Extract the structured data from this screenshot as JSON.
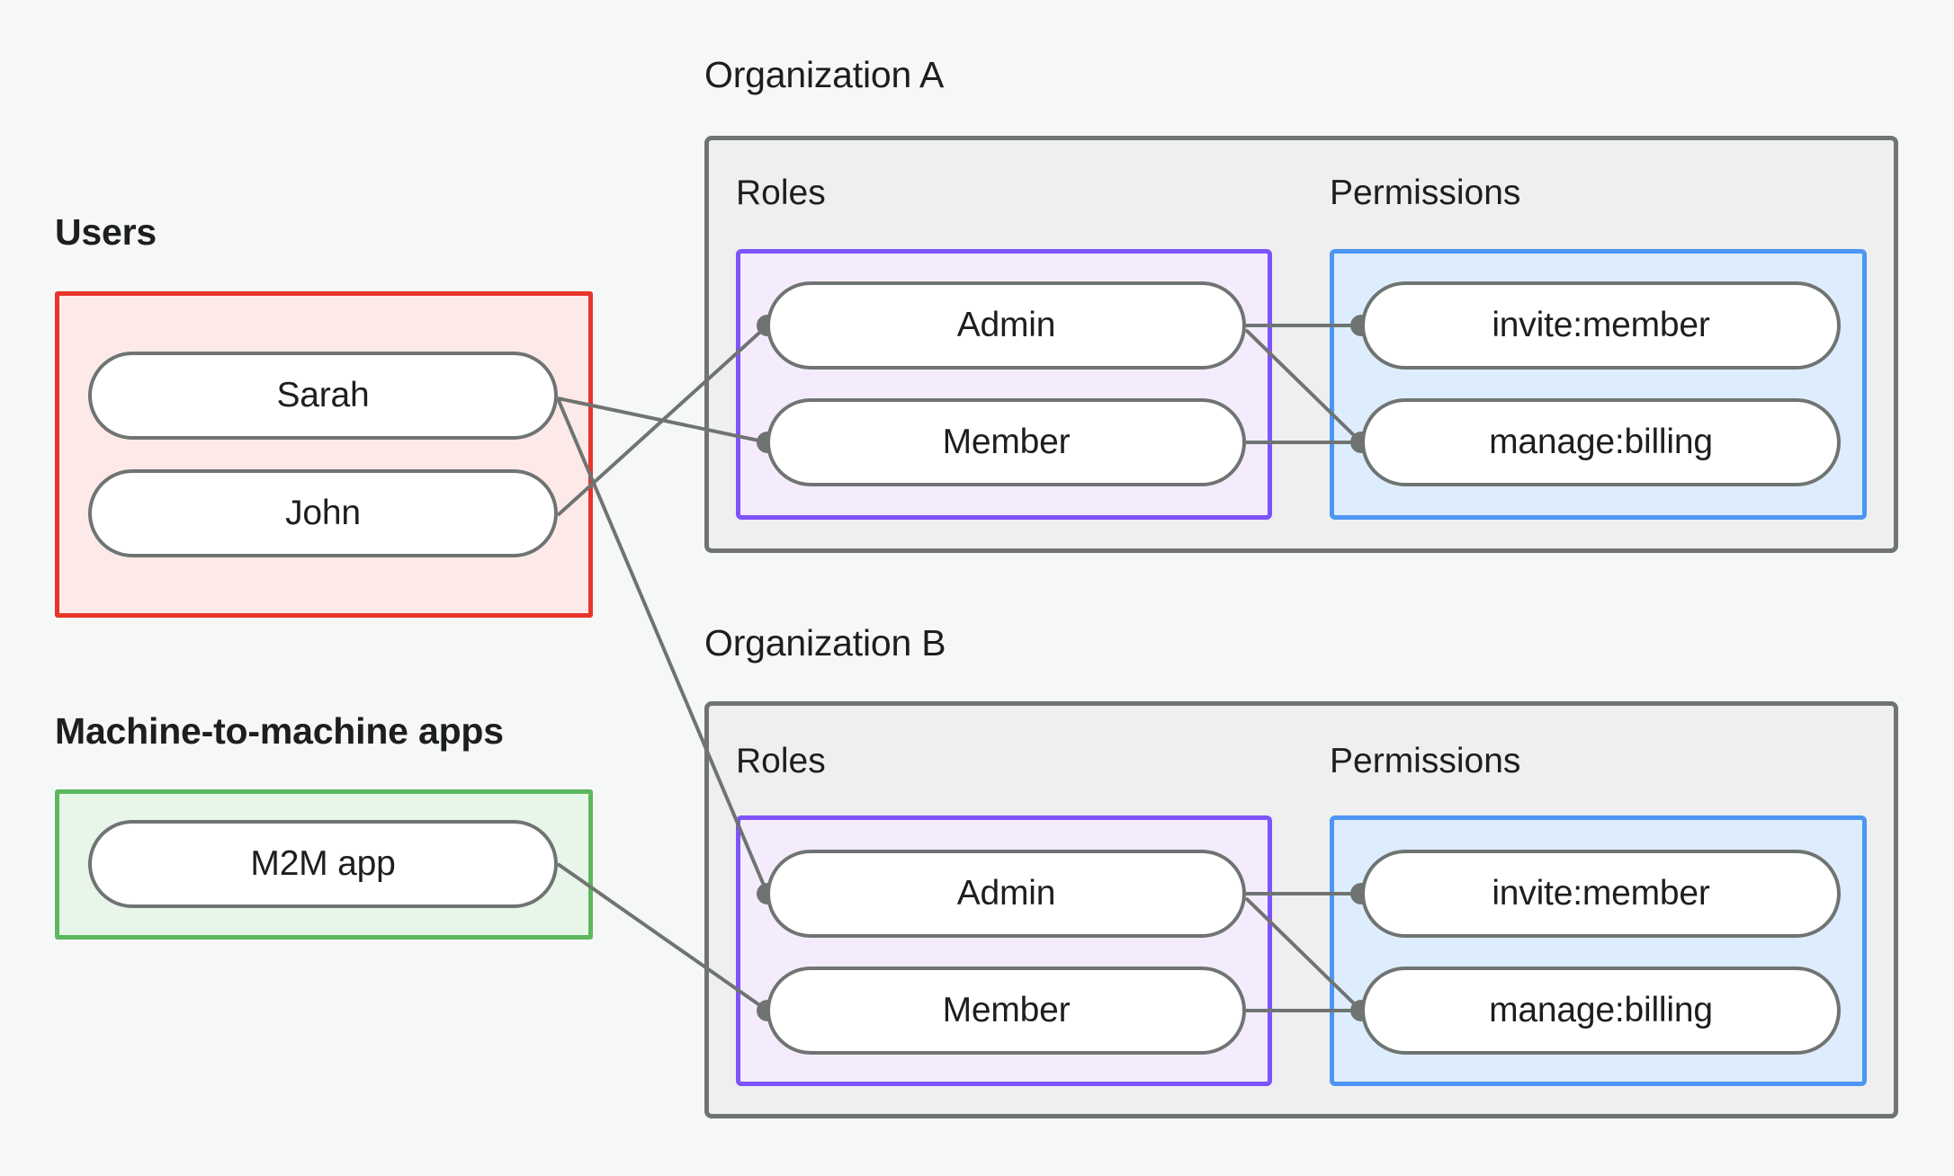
{
  "background_color": "#f6f8f7",
  "diagram": {
    "title_visible": false,
    "groups": {
      "users": {
        "label": "Users",
        "border_color": "#e8342a",
        "fill_color": "#fdeae8",
        "items": [
          {
            "label": "Sarah",
            "name": "user-sarah"
          },
          {
            "label": "John",
            "name": "user-john"
          }
        ]
      },
      "m2m": {
        "label": "Machine-to-machine apps",
        "border_color": "#5cb85f",
        "fill_color": "#e8f6e9",
        "items": [
          {
            "label": "M2M app",
            "name": "m2m-app"
          }
        ]
      }
    },
    "organizations": [
      {
        "label": "Organization A",
        "name": "organization-a",
        "roles_label": "Roles",
        "permissions_label": "Permissions",
        "roles_border_color": "#7e53fb",
        "roles_fill_color": "#f4ecfd",
        "permissions_border_color": "#4d95f4",
        "permissions_fill_color": "#ddedfd",
        "roles": [
          {
            "label": "Admin",
            "name": "role-admin"
          },
          {
            "label": "Member",
            "name": "role-member"
          }
        ],
        "permissions": [
          {
            "label": "invite:member",
            "name": "permission-invite-member"
          },
          {
            "label": "manage:billing",
            "name": "permission-manage-billing"
          }
        ]
      },
      {
        "label": "Organization B",
        "name": "organization-b",
        "roles_label": "Roles",
        "permissions_label": "Permissions",
        "roles_border_color": "#7e53fb",
        "roles_fill_color": "#f4ecfd",
        "permissions_border_color": "#4d95f4",
        "permissions_fill_color": "#ddedfd",
        "roles": [
          {
            "label": "Admin",
            "name": "role-admin"
          },
          {
            "label": "Member",
            "name": "role-member"
          }
        ],
        "permissions": [
          {
            "label": "invite:member",
            "name": "permission-invite-member"
          },
          {
            "label": "manage:billing",
            "name": "permission-manage-billing"
          }
        ]
      }
    ],
    "connections": [
      {
        "from": "Sarah",
        "to": "Member (Organization A)"
      },
      {
        "from": "Sarah",
        "to": "Admin (Organization B)"
      },
      {
        "from": "John",
        "to": "Admin (Organization A)"
      },
      {
        "from": "M2M app",
        "to": "Member (Organization B)"
      },
      {
        "from": "Admin (Organization A)",
        "to": "invite:member (Organization A)"
      },
      {
        "from": "Admin (Organization A)",
        "to": "manage:billing (Organization A)"
      },
      {
        "from": "Member (Organization A)",
        "to": "manage:billing (Organization A)"
      },
      {
        "from": "Admin (Organization B)",
        "to": "invite:member (Organization B)"
      },
      {
        "from": "Admin (Organization B)",
        "to": "manage:billing (Organization B)"
      },
      {
        "from": "Member (Organization B)",
        "to": "manage:billing (Organization B)"
      }
    ],
    "edge_color": "#6f7472"
  }
}
